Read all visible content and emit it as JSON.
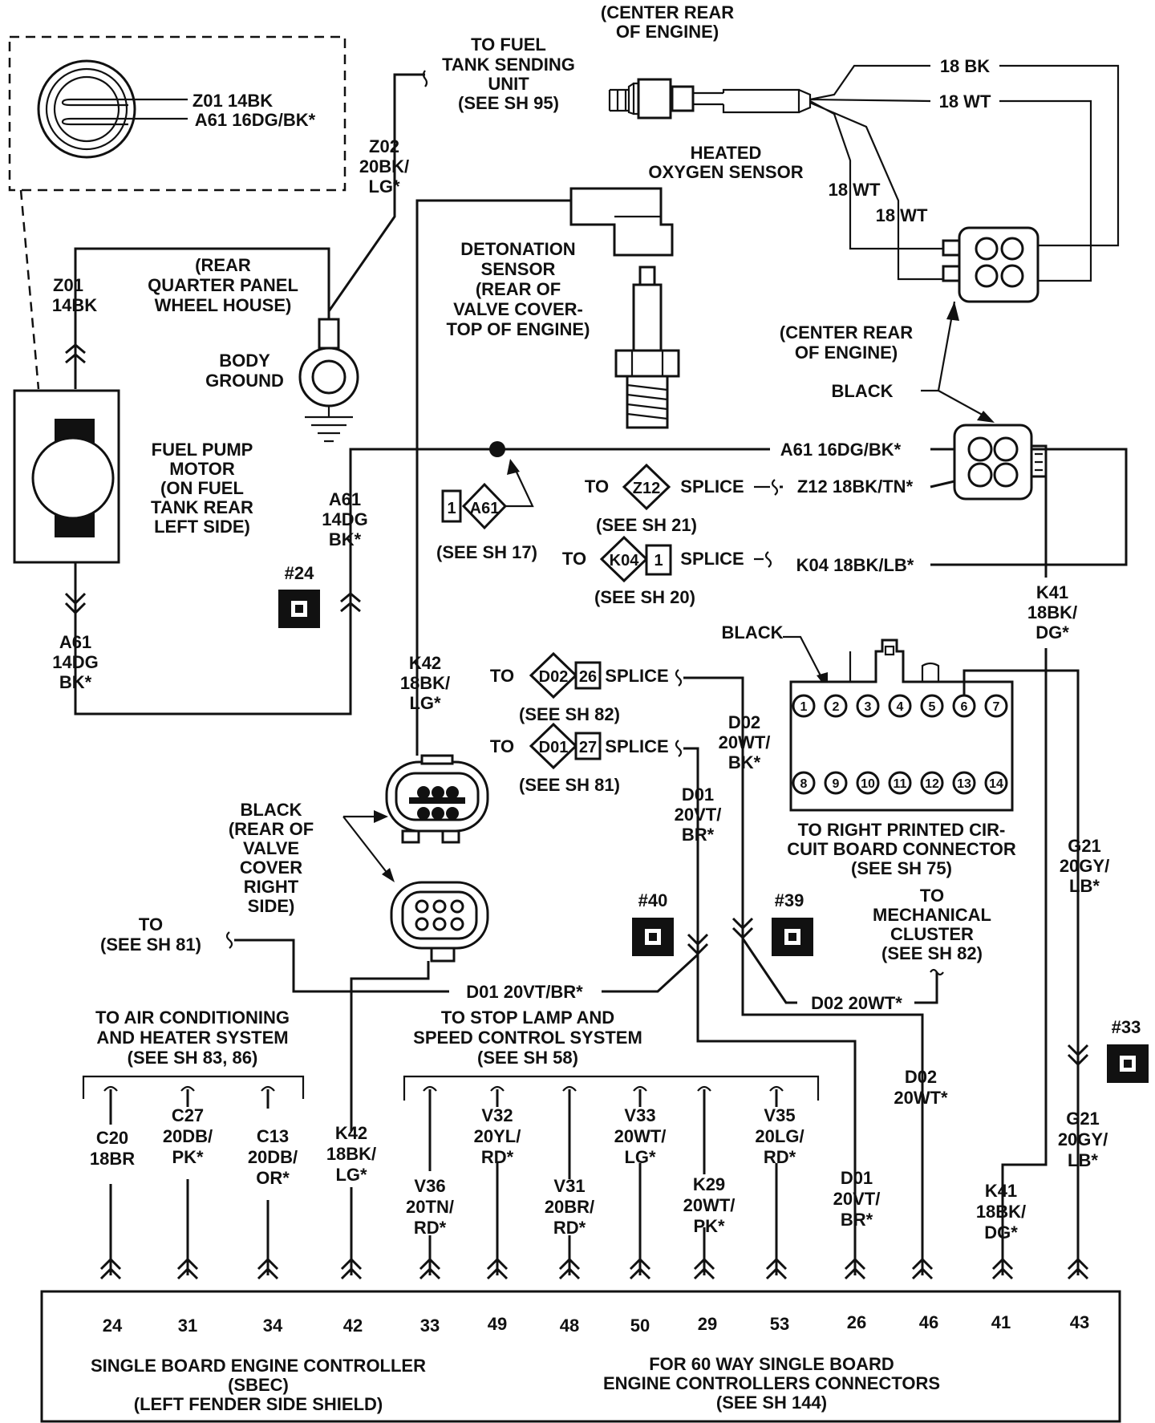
{
  "top_center": {
    "l1": "(CENTER REAR",
    "l2": "OF ENGINE)"
  },
  "fuel_tank": {
    "l1": "TO FUEL",
    "l2": "TANK SENDING",
    "l3": "UNIT",
    "l4": "(SEE SH 95)"
  },
  "inset": {
    "wire1": "Z01 14BK",
    "wire2": "A61 16DG/BK*"
  },
  "o2": {
    "bk": "18 BK",
    "wt": "18 WT",
    "wt2": "18 WT",
    "wt3": "18 WT",
    "l1": "HEATED",
    "l2": "OXYGEN SENSOR"
  },
  "z02": {
    "l1": "Z02",
    "l2": "20BK/",
    "l3": "LG*"
  },
  "z01": {
    "l1": "Z01",
    "l2": "14BK"
  },
  "rear_quarter": {
    "l1": "(REAR",
    "l2": "QUARTER PANEL",
    "l3": "WHEEL HOUSE)"
  },
  "body_ground": {
    "l1": "BODY",
    "l2": "GROUND"
  },
  "detonation": {
    "l1": "DETONATION",
    "l2": "SENSOR",
    "l3": "(REAR OF",
    "l4": "VALVE COVER-",
    "l5": "TOP OF ENGINE)"
  },
  "center_rear2": {
    "l1": "(CENTER REAR",
    "l2": "OF ENGINE)",
    "black": "BLACK"
  },
  "fuel_pump": {
    "l1": "FUEL PUMP",
    "l2": "MOTOR",
    "l3": "(ON FUEL",
    "l4": "TANK REAR",
    "l5": "LEFT SIDE)"
  },
  "a61_bus": {
    "label": "A61 16DG/BK*"
  },
  "a61_vert": {
    "l1": "A61",
    "l2": "14DG",
    "l3": "BK*"
  },
  "a61_left": {
    "l1": "A61",
    "l2": "14DG",
    "l3": "BK*"
  },
  "splice_a61": {
    "num": "1",
    "code": "A61",
    "see": "(SEE SH 17)"
  },
  "splice_z12": {
    "to": "TO",
    "code": "Z12",
    "word": "SPLICE",
    "wire": "Z12 18BK/TN*",
    "see": "(SEE SH 21)"
  },
  "splice_k04": {
    "to": "TO",
    "code": "K04",
    "num": "1",
    "word": "SPLICE",
    "wire": "K04 18BK/LB*",
    "see": "(SEE SH 20)"
  },
  "k41_top": {
    "l1": "K41",
    "l2": "18BK/",
    "l3": "DG*"
  },
  "ground24": {
    "label": "#24"
  },
  "k42_top": {
    "l1": "K42",
    "l2": "18BK/",
    "l3": "LG*"
  },
  "splice_d02": {
    "to": "TO",
    "code": "D02",
    "num": "26",
    "word": "SPLICE",
    "see": "(SEE SH 82)"
  },
  "splice_d01": {
    "to": "TO",
    "code": "D01",
    "num": "27",
    "word": "SPLICE",
    "see": "(SEE SH 81)"
  },
  "d02_mid": {
    "l1": "D02",
    "l2": "20WT/",
    "l3": "BK*"
  },
  "d01_mid": {
    "l1": "D01",
    "l2": "20VT/",
    "l3": "BR*"
  },
  "black2": {
    "label": "BLACK"
  },
  "pcb": {
    "pins_top": [
      "1",
      "2",
      "3",
      "4",
      "5",
      "6",
      "7"
    ],
    "pins_bottom": [
      "8",
      "9",
      "10",
      "11",
      "12",
      "13",
      "14"
    ],
    "l1": "TO RIGHT PRINTED CIR-",
    "l2": "CUIT BOARD CONNECTOR",
    "l3": "(SEE SH 75)"
  },
  "g21_top": {
    "l1": "G21",
    "l2": "20GY/",
    "l3": "LB*"
  },
  "black_valve": {
    "l1": "BLACK",
    "l2": "(REAR OF",
    "l3": "VALVE",
    "l4": "COVER",
    "l5": "RIGHT",
    "l6": "SIDE)"
  },
  "to_sh81": {
    "l1": "TO",
    "l2": "(SEE SH 81)"
  },
  "ground40": {
    "label": "#40"
  },
  "ground39": {
    "label": "#39"
  },
  "ground33": {
    "label": "#33"
  },
  "mech_cluster": {
    "l1": "TO",
    "l2": "MECHANICAL",
    "l3": "CLUSTER",
    "l4": "(SEE SH 82)"
  },
  "d01_bus": {
    "label": "D01 20VT/BR*"
  },
  "d02_bus": {
    "label": "D02 20WT*"
  },
  "ac": {
    "l1": "TO AIR CONDITIONING",
    "l2": "AND HEATER SYSTEM",
    "l3": "(SEE SH 83, 86)"
  },
  "stop_lamp": {
    "l1": "TO STOP LAMP AND",
    "l2": "SPEED CONTROL SYSTEM",
    "l3": "(SEE SH 58)"
  },
  "wires": {
    "c20": {
      "l1": "C20",
      "l2": "18BR"
    },
    "c27": {
      "l1": "C27",
      "l2": "20DB/",
      "l3": "PK*"
    },
    "c13": {
      "l1": "C13",
      "l2": "20DB/",
      "l3": "OR*"
    },
    "k42": {
      "l1": "K42",
      "l2": "18BK/",
      "l3": "LG*"
    },
    "v36": {
      "l1": "V36",
      "l2": "20TN/",
      "l3": "RD*"
    },
    "v32": {
      "l1": "V32",
      "l2": "20YL/",
      "l3": "RD*"
    },
    "v31": {
      "l1": "V31",
      "l2": "20BR/",
      "l3": "RD*"
    },
    "v33": {
      "l1": "V33",
      "l2": "20WT/",
      "l3": "LG*"
    },
    "k29": {
      "l1": "K29",
      "l2": "20WT/",
      "l3": "PK*"
    },
    "v35": {
      "l1": "V35",
      "l2": "20LG/",
      "l3": "RD*"
    },
    "d01": {
      "l1": "D01",
      "l2": "20VT/",
      "l3": "BR*"
    },
    "d02": {
      "l1": "D02",
      "l2": "20WT*"
    },
    "k41": {
      "l1": "K41",
      "l2": "18BK/",
      "l3": "DG*"
    },
    "g21": {
      "l1": "G21",
      "l2": "20GY/",
      "l3": "LB*"
    }
  },
  "pins": [
    "24",
    "31",
    "34",
    "42",
    "33",
    "49",
    "48",
    "50",
    "29",
    "53",
    "26",
    "46",
    "41",
    "43"
  ],
  "sbec": {
    "l1": "SINGLE BOARD ENGINE  CONTROLLER",
    "l2": "(SBEC)",
    "l3": "(LEFT FENDER SIDE SHIELD)"
  },
  "sbec_right": {
    "l1": "FOR 60 WAY SINGLE BOARD",
    "l2": "ENGINE CONTROLLERS  CONNECTORS",
    "l3": "(SEE SH 144)"
  }
}
